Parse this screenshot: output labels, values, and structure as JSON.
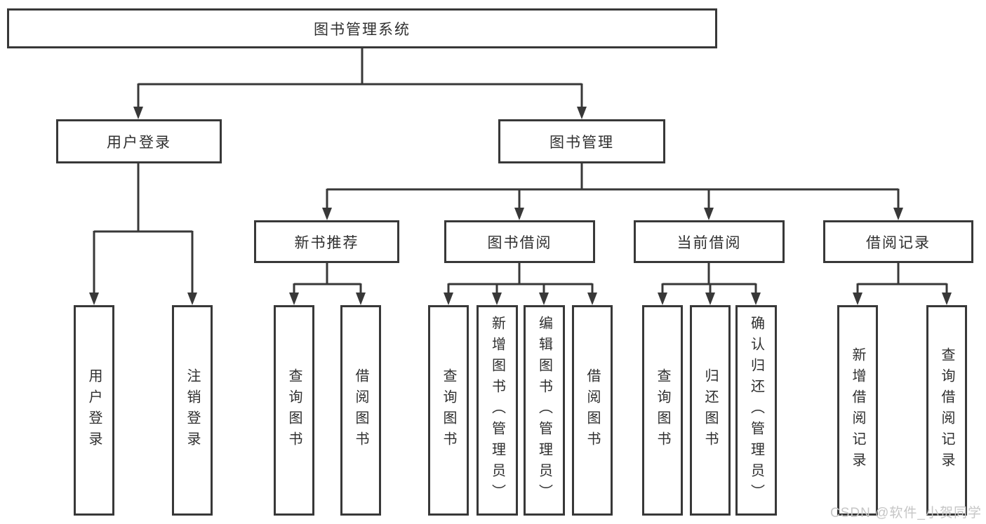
{
  "diagram": {
    "root": {
      "label": "图书管理系统"
    },
    "branches": [
      {
        "label": "用户登录",
        "children": [
          {
            "label": "用户登录"
          },
          {
            "label": "注销登录"
          }
        ]
      },
      {
        "label": "图书管理",
        "groups": [
          {
            "label": "新书推荐",
            "children": [
              {
                "label": "查询图书"
              },
              {
                "label": "借阅图书"
              }
            ]
          },
          {
            "label": "图书借阅",
            "children": [
              {
                "label": "查询图书"
              },
              {
                "label": "新增图书（管理员）"
              },
              {
                "label": "编辑图书（管理员）"
              },
              {
                "label": "借阅图书"
              }
            ]
          },
          {
            "label": "当前借阅",
            "children": [
              {
                "label": "查询图书"
              },
              {
                "label": "归还图书"
              },
              {
                "label": "确认归还（管理员）"
              }
            ]
          },
          {
            "label": "借阅记录",
            "children": [
              {
                "label": "新增借阅记录"
              },
              {
                "label": "查询借阅记录"
              }
            ]
          }
        ]
      }
    ],
    "watermark": "CSDN @软件_小贺同学",
    "colors": {
      "line": "#383838",
      "text": "#2f2f2f",
      "watermark": "#c6c6c6",
      "background": "#ffffff"
    }
  }
}
